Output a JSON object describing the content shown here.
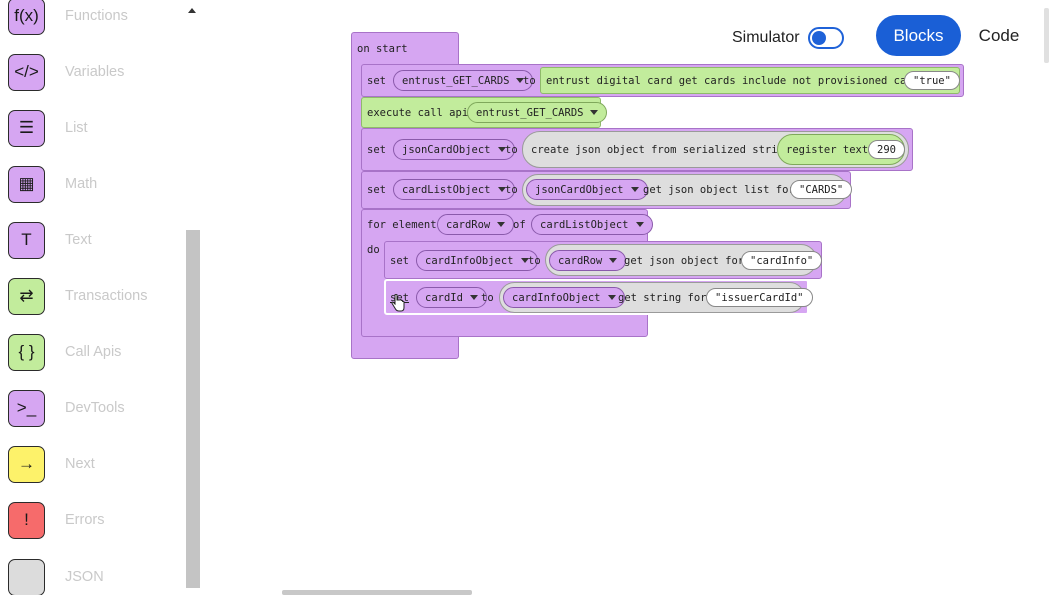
{
  "sidebar": {
    "categories": [
      {
        "label": "Functions",
        "icon": "function-icon",
        "glyph": "f(x)",
        "color": "#d6a6f2"
      },
      {
        "label": "Variables",
        "icon": "code-brackets-icon",
        "glyph": "</>",
        "color": "#d6a6f2"
      },
      {
        "label": "List",
        "icon": "list-icon",
        "glyph": "☰",
        "color": "#d6a6f2"
      },
      {
        "label": "Math",
        "icon": "calculator-icon",
        "glyph": "▦",
        "color": "#d6a6f2"
      },
      {
        "label": "Text",
        "icon": "text-t-icon",
        "glyph": "T",
        "color": "#d6a6f2"
      },
      {
        "label": "Transactions",
        "icon": "swap-arrows-icon",
        "glyph": "⇄",
        "color": "#c2ec9c"
      },
      {
        "label": "Call Apis",
        "icon": "curly-braces-icon",
        "glyph": "{ }",
        "color": "#c2ec9c"
      },
      {
        "label": "DevTools",
        "icon": "terminal-icon",
        "glyph": ">_",
        "color": "#d6a6f2"
      },
      {
        "label": "Next",
        "icon": "arrow-right-icon",
        "glyph": "→",
        "color": "#fdf26a"
      },
      {
        "label": "Errors",
        "icon": "error-circle-icon",
        "glyph": "!",
        "color": "#f66b6b"
      },
      {
        "label": "JSON",
        "icon": "json-icon",
        "glyph": "",
        "color": "#dcdcdc"
      }
    ]
  },
  "header": {
    "simulator_label": "Simulator",
    "blocks_label": "Blocks",
    "code_label": "Code",
    "accent": "#1a5fd6"
  },
  "blocks": {
    "on_start": "on start",
    "set": "set",
    "to": "to",
    "row1": {
      "var": "entrust_GET_CARDS",
      "func": "entrust digital card get cards include not provisioned cards",
      "arg": "\"true\""
    },
    "row2": {
      "label": "execute call api",
      "var": "entrust_GET_CARDS"
    },
    "row3": {
      "var": "jsonCardObject",
      "func": "create json object from serialized string",
      "inner": "register text",
      "num": "290"
    },
    "row4": {
      "var": "cardListObject",
      "obj": "jsonCardObject",
      "func": "get json object list for",
      "arg": "\"CARDS\""
    },
    "row5": {
      "for": "for element",
      "var": "cardRow",
      "of": "of",
      "list": "cardListObject",
      "do": "do"
    },
    "row6": {
      "var": "cardInfoObject",
      "obj": "cardRow",
      "func": "get json object for",
      "arg": "\"cardInfo\""
    },
    "row7": {
      "var": "cardId",
      "obj": "cardInfoObject",
      "func": "get string for",
      "arg": "\"issuerCardId\""
    }
  }
}
